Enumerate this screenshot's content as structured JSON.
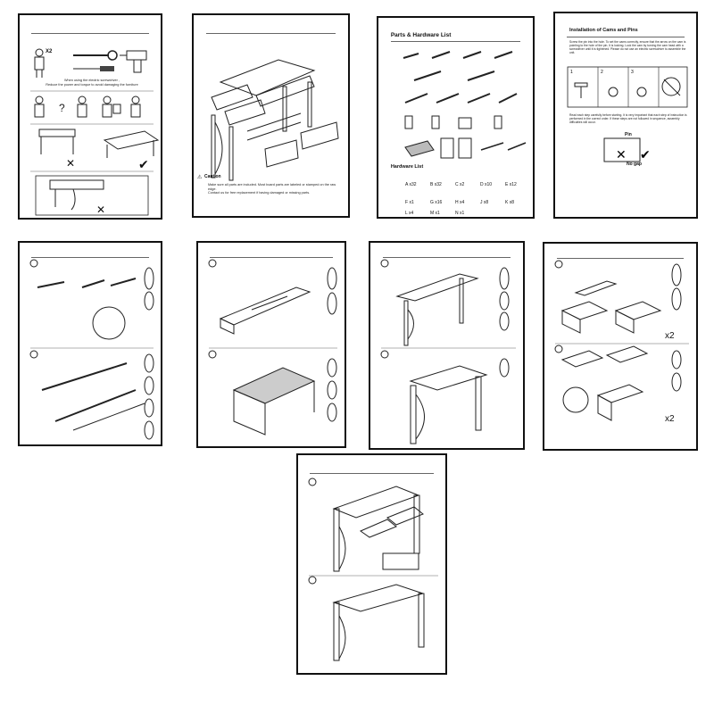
{
  "page1": {
    "qty": "X2",
    "tip_line1": "When using the electric screwdriver ,",
    "tip_line2": "Reduce the power and torque to avoid damaging the furniture"
  },
  "page2": {
    "caution_label": "Caution",
    "note_line1": "Make sure all parts are included. Most board parts are labeled or stamped on the raw edge.",
    "note_line2": "Contact us for free replacement if having damaged or missing parts."
  },
  "page3": {
    "title": "Parts & Hardware List",
    "hardware_title": "Hardware List",
    "hardware_items": [
      {
        "label": "A x32"
      },
      {
        "label": "B x32"
      },
      {
        "label": "C x2"
      },
      {
        "label": "D x10"
      },
      {
        "label": "E x12"
      },
      {
        "label": "F x1"
      },
      {
        "label": "G x16"
      },
      {
        "label": "H x4"
      },
      {
        "label": "J x8"
      },
      {
        "label": "K x8"
      },
      {
        "label": "L x4"
      },
      {
        "label": "M x1"
      },
      {
        "label": "N x1"
      }
    ]
  },
  "page4": {
    "title": "Installation of Cams and Pins",
    "para1": "Screw the pin into the hole. To set the cams correctly, ensure that the arrow on the cam is pointing to the hole of the pin. It is locking. Lock the cam by turning the cam head with a screwdriver until it is tightened. Please do not use an electric screwdriver to assemble the unit.",
    "para2": "Read each step carefully before starting. It is very important that each step of instruction is performed in the correct order. If these steps are not followed in sequence, assembly difficulties will occur.",
    "pin_label": "Pin",
    "nogap_label": "No gap"
  },
  "page8": {
    "mult1": "x2",
    "mult2": "x2"
  }
}
